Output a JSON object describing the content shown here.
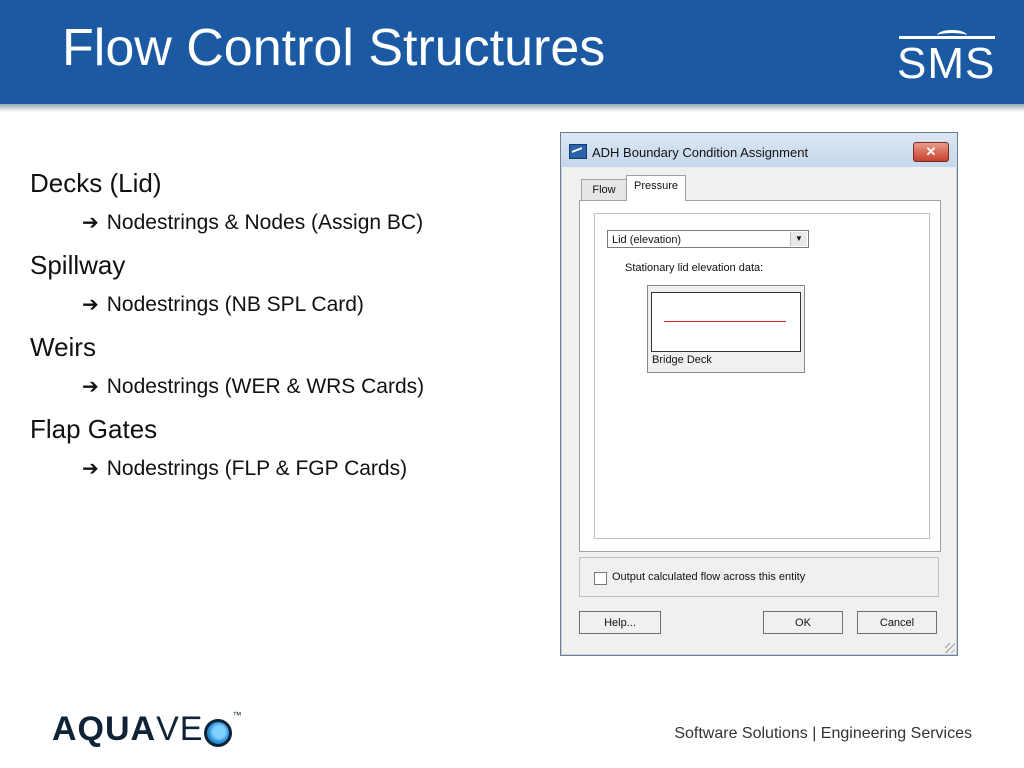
{
  "slide": {
    "title": "Flow Control Structures",
    "logo_text": "SMS"
  },
  "bullets": [
    {
      "text": "Decks (Lid)",
      "sub": "Nodestrings & Nodes (Assign BC)"
    },
    {
      "text": "Spillway",
      "sub": "Nodestrings (NB SPL Card)"
    },
    {
      "text": "Weirs",
      "sub": "Nodestrings (WER & WRS Cards)"
    },
    {
      "text": "Flap Gates",
      "sub": "Nodestrings (FLP & FGP Cards)"
    }
  ],
  "arrow_glyph": "➔",
  "dialog": {
    "title": "ADH Boundary Condition Assignment",
    "close_label": "✕",
    "tabs": [
      "Flow",
      "Pressure"
    ],
    "active_tab": "Pressure",
    "select_value": "Lid (elevation)",
    "stationary_label": "Stationary lid elevation data:",
    "preview_caption": "Bridge Deck",
    "checkbox_label": "Output calculated flow across this entity",
    "checkbox_checked": false,
    "buttons": {
      "help": "Help...",
      "ok": "OK",
      "cancel": "Cancel"
    }
  },
  "footer": {
    "brand_bold": "AQUA",
    "brand_light": "VE",
    "trademark": "™",
    "tagline": "Software Solutions | Engineering Services"
  },
  "colors": {
    "header": "#1b5aa3",
    "preview_line": "#d42020"
  }
}
